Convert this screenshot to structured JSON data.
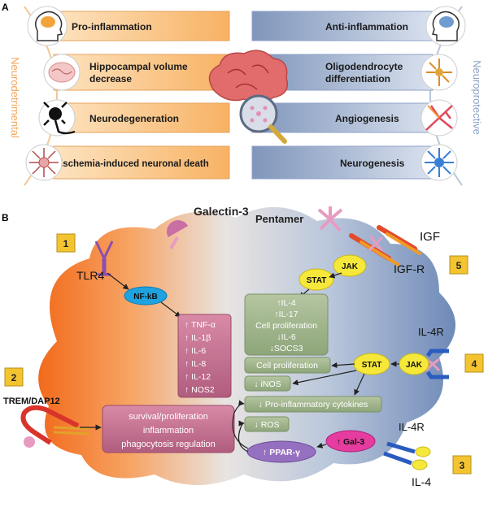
{
  "panel_a": {
    "letter": "A",
    "left_side_label": "Neurodetrimental",
    "right_side_label": "Neuroprotective",
    "left_items": [
      "Pro-inflammation",
      "Hippocampal volume",
      "decrease",
      "Neurodegeneration",
      "Ischemia-induced neuronal death"
    ],
    "right_items": [
      "Anti-inflammation",
      "Oligodendrocyte",
      "differentiation",
      "Angiogenesis",
      "Neurogenesis"
    ]
  },
  "panel_b": {
    "letter": "B",
    "galectin_label": "Galectin-3",
    "pentamer_label": "Pentamer",
    "tlr4_label": "TLR4",
    "trem_label": "TREM/DAP12",
    "igf_label": "IGF",
    "igfr_label": "IGF-R",
    "il4r_top_label": "IL-4R",
    "il4r_bottom_label": "IL-4R",
    "il4_label": "IL-4",
    "badges": [
      "1",
      "2",
      "3",
      "4",
      "5"
    ],
    "nfkb": "NF-kB",
    "stat": "STAT",
    "jak": "JAK",
    "gal3": "↑ Gal-3",
    "ppar": "↑ PPAR-γ",
    "tlr4_outputs": [
      "↑ TNF-α",
      "↑ IL-1β",
      "↑ IL-6",
      "↑ IL-8",
      "↑ IL-12",
      "↑ NOS2"
    ],
    "trem_outputs": [
      "survival/proliferation",
      "inflammation",
      "phagocytosis regulation"
    ],
    "igf_outputs": [
      "↑IL-4",
      "↑IL-17",
      "Cell proliferation",
      "↓IL-6",
      "↓SOCS3"
    ],
    "cell_proliferation": "Cell proliferation",
    "inos": "↓  iNOS",
    "proinflam_cytokines": "↓  Pro-inflammatory cytokines",
    "ros": "↓  ROS"
  }
}
